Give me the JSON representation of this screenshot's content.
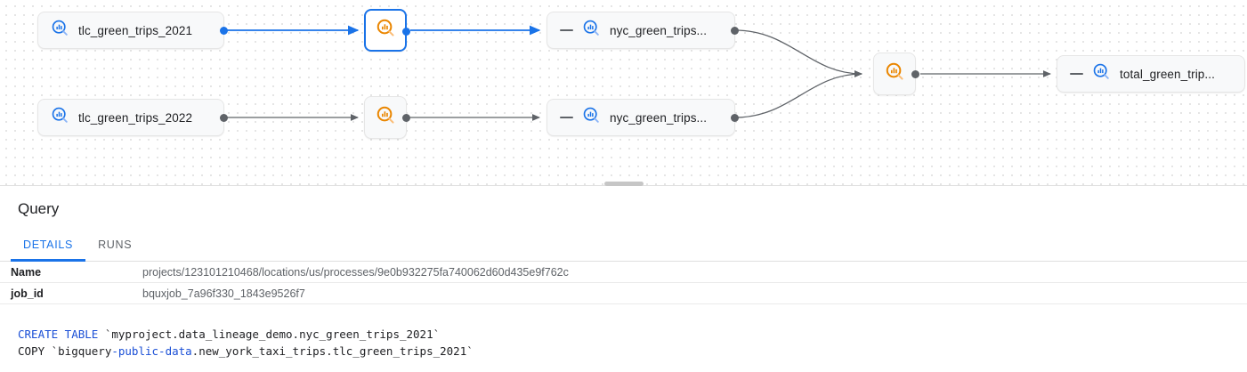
{
  "graph": {
    "nodes": [
      {
        "id": "tlc2021",
        "type": "table",
        "label": "tlc_green_trips_2021",
        "icon": "bigquery-table-icon",
        "collapsed": false,
        "selected": false
      },
      {
        "id": "tlc2022",
        "type": "table",
        "label": "tlc_green_trips_2022",
        "icon": "bigquery-table-icon",
        "collapsed": false,
        "selected": false
      },
      {
        "id": "proc1",
        "type": "process",
        "label": "",
        "icon": "dataplex-process-icon",
        "selected": true
      },
      {
        "id": "proc2",
        "type": "process",
        "label": "",
        "icon": "dataplex-process-icon",
        "selected": false
      },
      {
        "id": "nyc1",
        "type": "table",
        "label": "nyc_green_trips...",
        "icon": "bigquery-table-icon",
        "collapsed": true,
        "selected": false
      },
      {
        "id": "nyc2",
        "type": "table",
        "label": "nyc_green_trips...",
        "icon": "bigquery-table-icon",
        "collapsed": true,
        "selected": false
      },
      {
        "id": "proc3",
        "type": "process",
        "label": "",
        "icon": "dataplex-process-icon",
        "selected": false
      },
      {
        "id": "total",
        "type": "table",
        "label": "total_green_trip...",
        "icon": "bigquery-table-icon",
        "collapsed": true,
        "selected": false
      }
    ],
    "colors": {
      "highlight": "#1a73e8",
      "edge": "#5f6368",
      "process_icon": "#ea8600",
      "table_icon": "#1a73e8"
    }
  },
  "panel": {
    "title": "Query",
    "tabs": [
      {
        "id": "details",
        "label": "DETAILS",
        "active": true
      },
      {
        "id": "runs",
        "label": "RUNS",
        "active": false
      }
    ],
    "properties": [
      {
        "key": "Name",
        "value": "projects/123101210468/locations/us/processes/9e0b932275fa740062d60d435e9f762c"
      },
      {
        "key": "job_id",
        "value": "bquxjob_7a96f330_1843e9526f7"
      }
    ],
    "sql": {
      "line1": {
        "keyword": "CREATE TABLE",
        "rest": " `myproject.data_lineage_demo.nyc_green_trips_2021`"
      },
      "line2": {
        "prefix": "COPY `bigquery",
        "keyword": "-public-data",
        "rest": ".new_york_taxi_trips.tlc_green_trips_2021`"
      }
    }
  }
}
